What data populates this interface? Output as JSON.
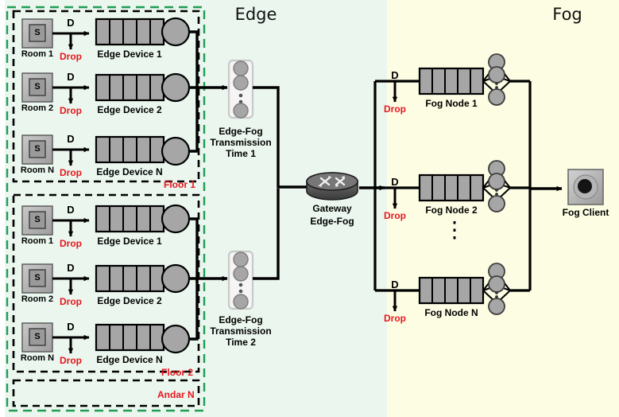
{
  "zones": {
    "edge": {
      "label": "Edge",
      "bg": "#eaf6ee"
    },
    "fog": {
      "label": "Fog",
      "bg": "#fdfde4"
    }
  },
  "colors": {
    "drop_red": "#e8161d",
    "node_gray": "#a6a6a6",
    "sensor_gray": "#b3b3b3",
    "sensor_inner_gray": "#9a9a9a",
    "router_dark": "#4d4d4d",
    "line_black": "#000000",
    "dashed_green": "#1f9d55"
  },
  "floors": [
    {
      "floor_label": "Floor 1",
      "rows": [
        {
          "room": "Room 1",
          "sensor": "S",
          "d_label": "D",
          "drop_label": "Drop",
          "device": "Edge Device 1"
        },
        {
          "room": "Room 2",
          "sensor": "S",
          "d_label": "D",
          "drop_label": "Drop",
          "device": "Edge Device 2"
        },
        {
          "room": "Room N",
          "sensor": "S",
          "d_label": "D",
          "drop_label": "Drop",
          "device": "Edge Device N"
        }
      ]
    },
    {
      "floor_label": "Floor 2",
      "rows": [
        {
          "room": "Room 1",
          "sensor": "S",
          "d_label": "D",
          "drop_label": "Drop",
          "device": "Edge Device 1"
        },
        {
          "room": "Room 2",
          "sensor": "S",
          "d_label": "D",
          "drop_label": "Drop",
          "device": "Edge Device 2"
        },
        {
          "room": "Room N",
          "sensor": "S",
          "d_label": "D",
          "drop_label": "Drop",
          "device": "Edge Device N"
        }
      ]
    },
    {
      "floor_label": "Andar N",
      "rows": []
    }
  ],
  "transmissions": [
    {
      "line1": "Edge-Fog",
      "line2": "Transmission",
      "line3": "Time 1"
    },
    {
      "line1": "Edge-Fog",
      "line2": "Transmission",
      "line3": "Time 2"
    }
  ],
  "gateway": {
    "line1": "Gateway",
    "line2": "Edge-Fog",
    "icon": "router-icon"
  },
  "fog_nodes": [
    {
      "d_label": "D",
      "drop_label": "Drop",
      "name": "Fog Node 1"
    },
    {
      "d_label": "D",
      "drop_label": "Drop",
      "name": "Fog Node 2"
    },
    {
      "d_label": "D",
      "drop_label": "Drop",
      "name": "Fog Node N"
    }
  ],
  "fog_vertical_ellipsis": "⋮",
  "fog_client": {
    "label": "Fog Client",
    "icon": "client-monitor-icon"
  }
}
